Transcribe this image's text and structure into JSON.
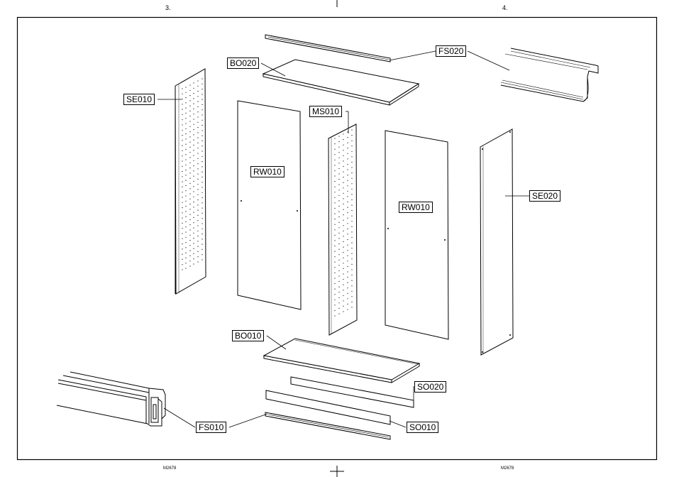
{
  "page": {
    "left_number": "3.",
    "right_number": "4.",
    "footer_left": "M2678",
    "footer_right": "M2678"
  },
  "labels": {
    "fs020": "FS020",
    "bo020": "BO020",
    "se010": "SE010",
    "ms010": "MS010",
    "rw010_left": "RW010",
    "rw010_right": "RW010",
    "se020": "SE020",
    "bo010": "BO010",
    "so020": "SO020",
    "so010": "SO010",
    "fs010": "FS010"
  }
}
